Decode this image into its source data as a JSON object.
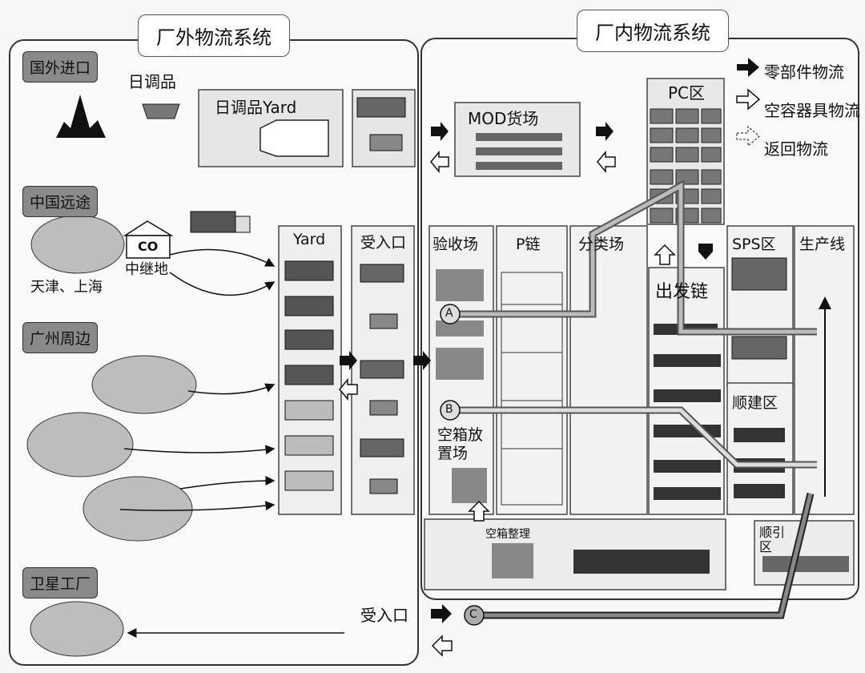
{
  "titles": {
    "outside": "厂外物流系统",
    "inside": "厂内物流系统"
  },
  "legend": {
    "parts_flow": "零部件物流",
    "container_flow": "空容器具物流",
    "return_flow": "返回物流"
  },
  "outside": {
    "import_tag": "国外进口",
    "import_goods": "日调品",
    "yard_jp": "日调品Yard",
    "cosco_tag": "中国远途",
    "co_label": "CO",
    "relay": "中继地",
    "cities": "天津、上海",
    "guangzhou_tag": "广州周边",
    "satellite_tag": "卫星工厂"
  },
  "inside": {
    "mod_yard": "MOD货场",
    "pc_zone": "PC区",
    "yard": "Yard",
    "receive_gate": "受入口",
    "inspection": "验收场",
    "p_chain": "P链",
    "sorting": "分类场",
    "sps": "SPS区",
    "production_line": "生产线",
    "shipping_chain": "出发链",
    "sequence_build": "顺建区",
    "empty_box_area": "空箱放置场",
    "empty_box_sort": "空箱整理",
    "sequence_pull": "顺引区",
    "receive_gate_bottom": "受入口",
    "route_a": "A",
    "route_b": "B",
    "route_c": "C"
  },
  "colors": {
    "zone_fill": "#ffffff",
    "tag_fill": "#8a8a8a",
    "ellipse_fill": "#bdbdbd",
    "arrow_gray": "#9a9a9a"
  }
}
